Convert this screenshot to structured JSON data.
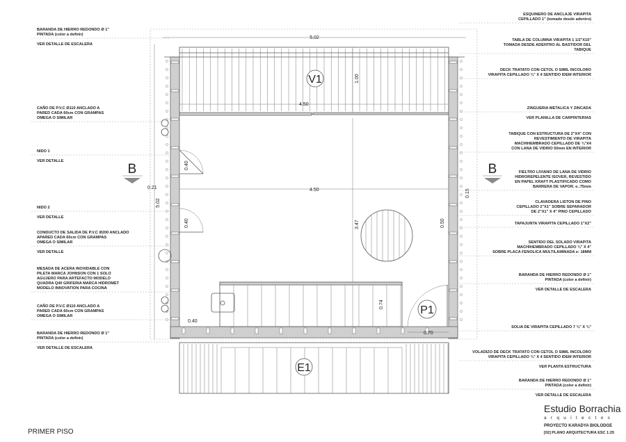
{
  "left_notes": [
    {
      "lines": [
        "BARANDA DE HIERRO REDONDO Ø 1\"",
        "PINTADA (color a definir)"
      ],
      "ref": "VER DETALLE DE ESCALERA"
    },
    {
      "lines": [
        "CAÑO DE P.V.C Ø110 ANCLADO A",
        "PARED CADA 60cm CON GRAMPAS",
        "OMEGA O SIMILAR"
      ],
      "ref": ""
    },
    {
      "lines": [
        "NIDO 1"
      ],
      "ref": "VER DETALLE"
    },
    {
      "lines": [
        "NIDO 2"
      ],
      "ref": "VER DETALLE"
    },
    {
      "lines": [
        "CONDUCTO DE SALIDA DE P.V.C Ø200 ANCLADO",
        "APARED CADA 60cm CON GRAMPAS",
        "OMEGA O SIMILAR"
      ],
      "ref": "VER DETALLE"
    },
    {
      "lines": [
        "MESADA DE ACERA INOXIDABLE CON",
        "PILETA MARCA JOHNSON CON 1 SOLO",
        "AGUJERO PARA ARTEFACTO  MODELO",
        "QUADRA Q40 GRIFERIA MARCA HIDROMET",
        "MODELO INNOVATION PARA COCINA"
      ],
      "ref": ""
    },
    {
      "lines": [
        "CAÑO DE P.V.C Ø110 ANCLADO A",
        "PARED CADA 60cm CON GRAMPAS",
        "OMEGA O SIMILAR"
      ],
      "ref": ""
    },
    {
      "lines": [
        "BARANDA DE HIERRO REDONDO Ø 1\"",
        "PINTADA (color a definir)"
      ],
      "ref": "VER DETALLE DE ESCALERA"
    }
  ],
  "right_notes": [
    {
      "lines": [
        "ESQUINERO DE ANCLAJE VIRAPITA",
        "CEPILLADO 1\" (tomado desde adentro)"
      ],
      "ref": ""
    },
    {
      "lines": [
        "TABLA DE COLUMNA VIRAPITA 1 1/2\"X10\"",
        "TOMADA DESDE ADENTRO AL BASTIDOR DEL",
        "TABIQUE"
      ],
      "ref": ""
    },
    {
      "lines": [
        "DECK TRATATO CON CETOL O SIMIL INCOLORO",
        "VIRAPITA CEPILLADO ¾\" X 4 SENTIDO IDEM INTERIOR"
      ],
      "ref": ""
    },
    {
      "lines": [
        "ZINGUERIA METALICA Y ZINCADA"
      ],
      "ref": "VER PLANILLA DE CARPINTERIAS"
    },
    {
      "lines": [
        "TABIQUE CON ESTRUCTURA DE 2\"X4\" CON",
        "REVESTIMIENTO DE VIRAPITA",
        "MACHIHEMBRADO CEPILLADO DE ¾\"X4",
        "CON LANA DE VIDRIO 50mm EN INTERIOR"
      ],
      "ref": ""
    },
    {
      "lines": [
        "FIELTRO LIVIANO DE LANA DE VIDRIO",
        "HIDROREPELENTE ISOVER, REVESTIDO",
        "EN  PAPEL KRAFT PLASTIFICADO COMO",
        "BARRERA DE VAPOR.  e.:75mm"
      ],
      "ref": ""
    },
    {
      "lines": [
        "CLAVADERA LISTON DE PINO",
        "CEPILLADO 2\"X1\" SOBRE SEPARADOR",
        "DE 2\"X1\" X 4\" PINO CEPILLADO"
      ],
      "ref": ""
    },
    {
      "lines": [
        "TAPAJUNTA VIRAPITA CEPILLADO 1\"X2\""
      ],
      "ref": ""
    },
    {
      "lines": [
        "SENTIDO DEL SOLADO VIRAPITA",
        "MACHIHEMBRADO  CEPILLADO ¾\" X 4\"",
        "SOBRE PLACA FENOLICA MULTILAMINADA e:  18MM"
      ],
      "ref": ""
    },
    {
      "lines": [
        "BARANDA DE HIERRO REDONDO Ø 1\"",
        "PINTADA (color a definir)"
      ],
      "ref": "VER DETALLE DE ESCALERA"
    },
    {
      "lines": [
        "SOLIA DE VIRAPITA CEPILLADO 7 ¾\" X ¾\""
      ],
      "ref": ""
    },
    {
      "lines": [
        "VOLADIZO DE DECK TRATATO CON CETOL O SIMIL INCOLORO",
        "VIRAPITA CEPILLADO ¾\" X 4 SENTIDO IDEM INTERIOR"
      ],
      "ref": "VER PLANTA ESTRUCTURA"
    },
    {
      "lines": [
        "BARANDA DE HIERRO REDONDO Ø 1\"",
        "PINTADA (color a definir)"
      ],
      "ref": "VER DETALLE DE ESCALERA"
    }
  ],
  "dimensions": {
    "overall_width": "5.02",
    "overall_depth": "5.02",
    "deck_width": "4.50",
    "room_width": "4.50",
    "deck_depth": "1.00",
    "room_depth": "3.47",
    "wall_left": "0.21",
    "wall_right": "0.15",
    "nido1": "0.40",
    "nido2": "0.40",
    "right_window": "0.50",
    "counter": "0.74",
    "left_gap": "0.40",
    "door": "0.70"
  },
  "tags": {
    "deck": "V1",
    "door": "P1",
    "stair": "E1",
    "section_left": "B",
    "section_right": "B"
  },
  "sheet": {
    "title": "PRIMER PISO",
    "studio": "Estudio Borrachia",
    "studio_sub": "arquitectos",
    "project": "PROYECTO KARADYA BIOLODGE",
    "plan": "[02] PLANO ARQUITECTURA  ESC 1:25"
  },
  "colors": {
    "line": "#555555",
    "wall_fill": "#cfcfcf",
    "section_marker": "#8a8a8a"
  }
}
